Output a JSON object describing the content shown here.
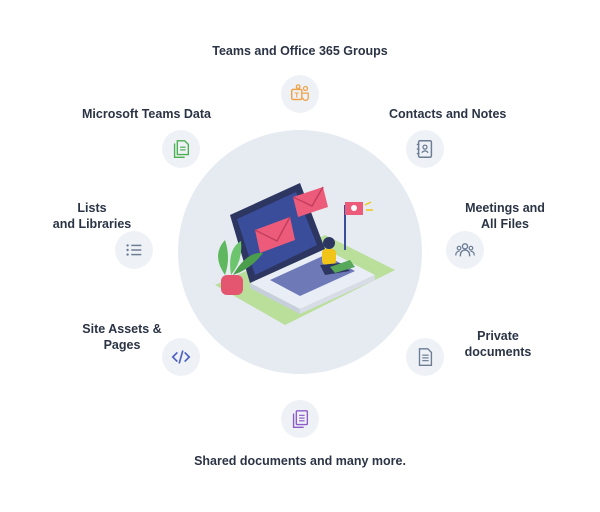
{
  "items": [
    {
      "label": "Teams and Office 365 Groups",
      "icon": "teams-icon"
    },
    {
      "label": "Contacts and Notes",
      "icon": "contacts-book-icon"
    },
    {
      "label_line1": "Meetings and",
      "label_line2": "All Files",
      "icon": "people-icon"
    },
    {
      "label_line1": "Private",
      "label_line2": "documents",
      "icon": "document-icon"
    },
    {
      "label": "Shared documents and many more.",
      "icon": "copy-documents-icon"
    },
    {
      "label_line1": "Site Assets &",
      "label_line2": "Pages",
      "icon": "code-icon"
    },
    {
      "label_line1": "Lists",
      "label_line2": "and Libraries",
      "icon": "list-icon"
    },
    {
      "label": "Microsoft Teams Data",
      "icon": "file-copy-icon"
    }
  ],
  "colors": {
    "icon_orange": "#f0a24a",
    "icon_slate": "#6b7c93",
    "icon_green": "#4caf50",
    "icon_purple": "#8e5bc9",
    "circle_bg": "#e6ebf2",
    "label_text": "#2b3445"
  },
  "illustration": "laptop-with-email-icon"
}
